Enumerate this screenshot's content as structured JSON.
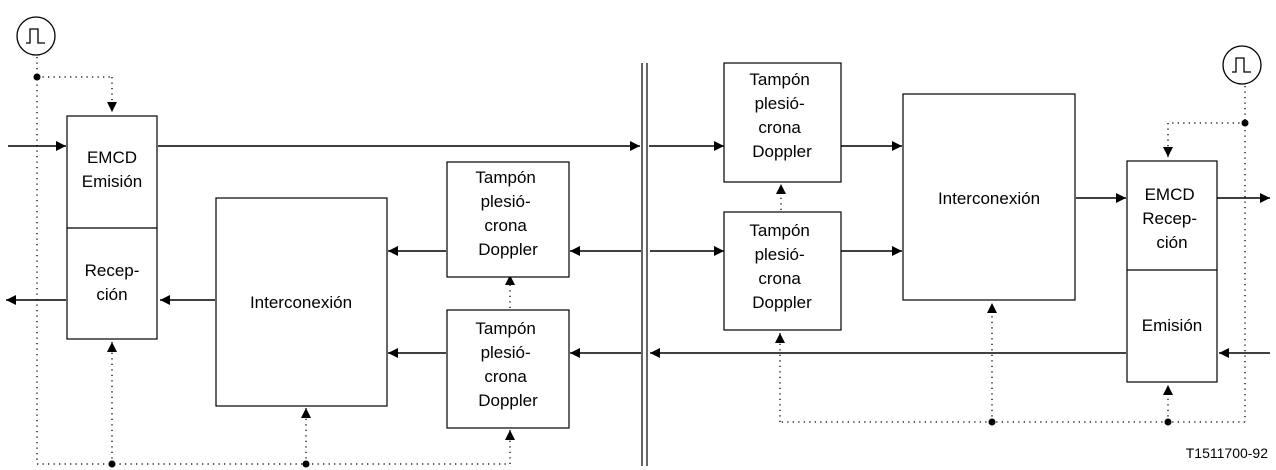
{
  "blocks": {
    "emcd_left": [
      "EMCD",
      "Emisión"
    ],
    "recepcion_left": [
      "Recep-",
      "ción"
    ],
    "interconexion_left": [
      "Interconexión"
    ],
    "tampon_left_upper": [
      "Tampón",
      "plesió-",
      "crona",
      "Doppler"
    ],
    "tampon_left_lower": [
      "Tampón",
      "plesió-",
      "crona",
      "Doppler"
    ],
    "tampon_right_upper": [
      "Tampón",
      "plesió-",
      "crona",
      "Doppler"
    ],
    "tampon_right_lower": [
      "Tampón",
      "plesió-",
      "crona",
      "Doppler"
    ],
    "interconexion_right": [
      "Interconexión"
    ],
    "emcd_right": [
      "EMCD",
      "Recep-",
      "ción"
    ],
    "emision_right": [
      "Emisión"
    ]
  },
  "clock_icon": "square-wave-clock-icon",
  "figure_ref": "T1511700-92"
}
